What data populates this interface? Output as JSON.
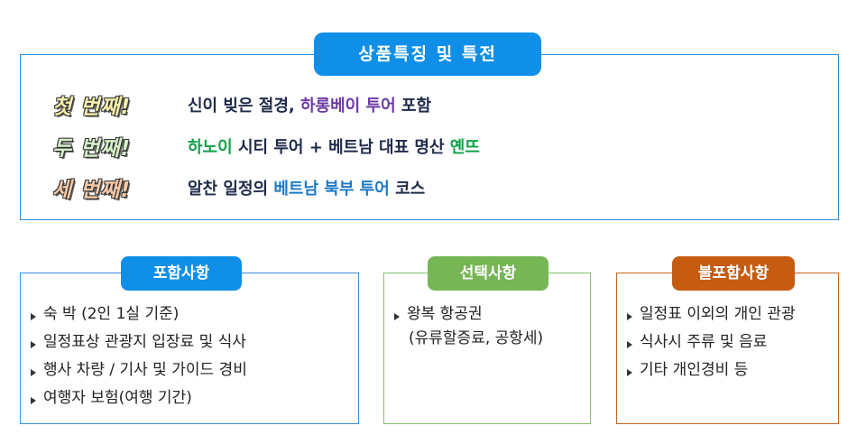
{
  "features": {
    "title": "상품특징 및 특전",
    "rows": [
      {
        "ordinal": "첫 번째!",
        "parts": [
          {
            "text": "신이 빚은 절경, ",
            "tone": "dark"
          },
          {
            "text": "하롱베이 투어",
            "tone": "purple"
          },
          {
            "text": " 포함",
            "tone": "dark"
          }
        ]
      },
      {
        "ordinal": "두 번째!",
        "parts": [
          {
            "text": "하노이",
            "tone": "green"
          },
          {
            "text": " 시티 투어 + 베트남 대표 명산 ",
            "tone": "dark"
          },
          {
            "text": "옌뜨",
            "tone": "green"
          }
        ]
      },
      {
        "ordinal": "세 번째!",
        "parts": [
          {
            "text": "알찬 일정의 ",
            "tone": "dark"
          },
          {
            "text": "베트남 북부 투어",
            "tone": "blue"
          },
          {
            "text": " 코스",
            "tone": "dark"
          }
        ]
      }
    ]
  },
  "included": {
    "title": "포함사항",
    "items": [
      "숙 박 (2인 1실 기준)",
      "일정표상 관광지 입장료 및 식사",
      "행사 차량 / 기사 및 가이드 경비",
      "여행자 보험(여행 기간)"
    ]
  },
  "optional": {
    "title": "선택사항",
    "item_main": "왕복 항공권",
    "item_sub": "(유류할증료, 공항세)"
  },
  "excluded": {
    "title": "불포함사항",
    "items": [
      "일정표 이외의 개인 관광",
      "식사시 주류 및 음료",
      "기타 개인경비 등"
    ]
  },
  "colors": {
    "blue_accent": "#0f8fe8",
    "green_accent": "#76b654",
    "orange_accent": "#c55c12",
    "purple_text": "#6b3aa5",
    "green_text": "#13a04a",
    "blue_text": "#1b79c7"
  },
  "icons": {
    "bullet": "triangle-bullet-icon"
  }
}
